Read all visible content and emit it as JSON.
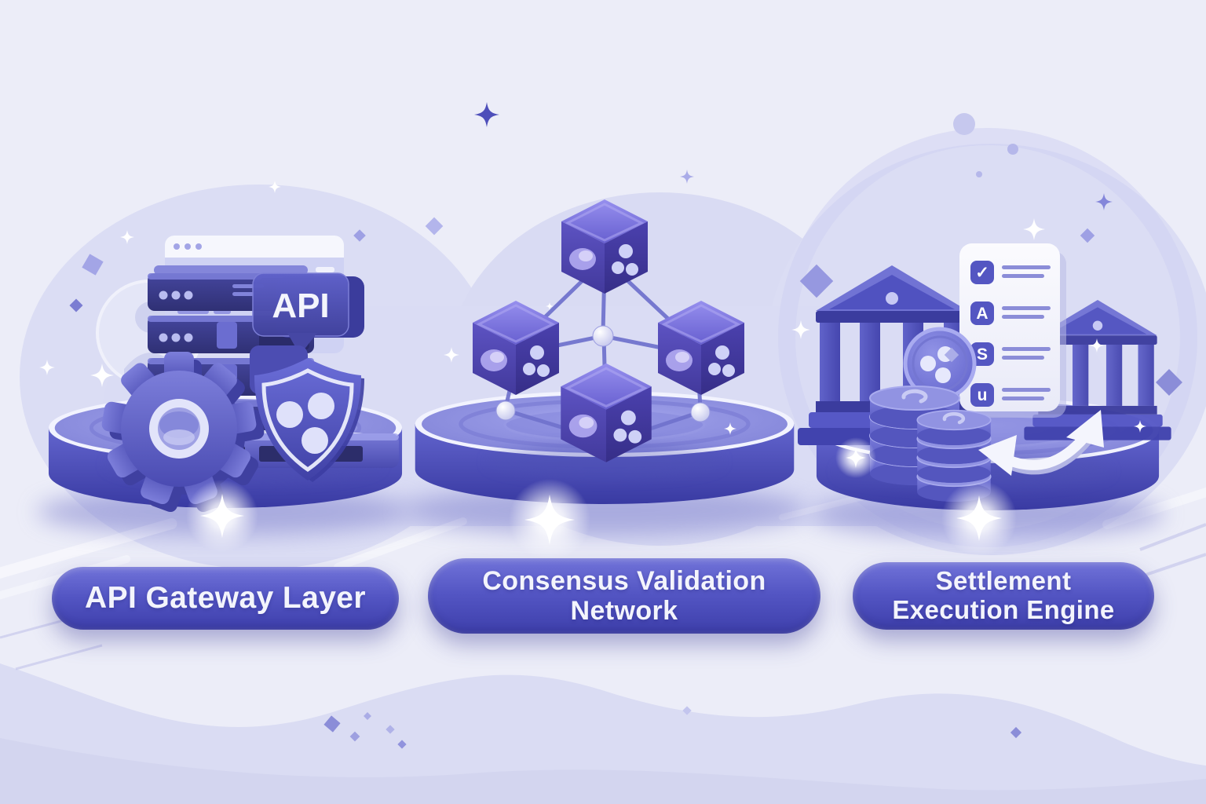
{
  "labels": {
    "left": "API Gateway Layer",
    "middle": "Consensus Validation Network",
    "right": "Settlement Execution Engine"
  },
  "api_badge": "API",
  "checklist": {
    "items": [
      {
        "glyph": "✓"
      },
      {
        "glyph": "A"
      },
      {
        "glyph": "S"
      },
      {
        "glyph": "u"
      }
    ]
  },
  "icons": {
    "left": [
      "browser-window-icon",
      "server-stack-icon",
      "gear-icon",
      "api-speech-bubble-icon",
      "shield-xrp-icon"
    ],
    "middle": [
      "blockchain-cube-icon",
      "network-node-icon"
    ],
    "right": [
      "bank-icon",
      "checklist-icon",
      "xrp-coin-icon",
      "coin-stack-icon",
      "transfer-arrow-icon"
    ]
  },
  "colors": {
    "background": "#ecedf8",
    "blob": "#dadcf3",
    "pill_top": "#7173d9",
    "pill_bottom": "#3e3fab",
    "pill_text": "#f3f4fc",
    "platform_top": "#8f91de",
    "platform_side_dark": "#3a3ba4",
    "cube_purple": "#5b51c0",
    "white_rim": "#f2f3fe"
  }
}
